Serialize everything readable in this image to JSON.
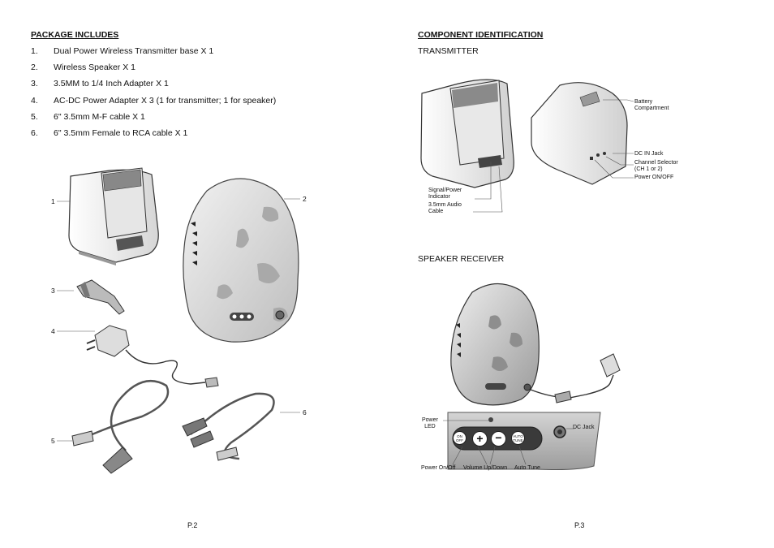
{
  "left_page": {
    "heading": "PACKAGE INCLUDES",
    "items": [
      {
        "num": "1.",
        "text": "Dual Power Wireless Transmitter base X 1"
      },
      {
        "num": "2.",
        "text": "Wireless Speaker X 1"
      },
      {
        "num": "3.",
        "text": "3.5MM to 1/4 Inch Adapter X 1"
      },
      {
        "num": "4.",
        "text": "AC-DC Power Adapter X 3 (1 for transmitter; 1 for speaker)"
      },
      {
        "num": "5.",
        "text": "6\" 3.5mm M-F cable X 1"
      },
      {
        "num": "6.",
        "text": "6\" 3.5mm Female to RCA cable X 1"
      }
    ],
    "figure_labels": {
      "n1": "1",
      "n2": "2",
      "n3": "3",
      "n4": "4",
      "n5": "5",
      "n6": "6"
    },
    "page_number": "P.2"
  },
  "right_page": {
    "heading": "COMPONENT IDENTIFICATION",
    "transmitter_title": "TRANSMITTER",
    "transmitter_callouts": {
      "battery": [
        "Battery",
        "Compartment"
      ],
      "dc_in": "DC IN Jack",
      "channel": [
        "Channel Selector",
        "(CH 1 or 2)"
      ],
      "power": "Power ON/OFF",
      "signal": [
        "Signal/Power",
        "Indicator"
      ],
      "audio": [
        "3.5mm Audio",
        "Cable"
      ]
    },
    "speaker_title": "SPEAKER RECEIVER",
    "speaker_callouts": {
      "power_led": [
        "Power",
        "LED"
      ],
      "dc_jack": "DC Jack",
      "power_onoff": "Power On/Off",
      "volume": "Volume Up/Down",
      "auto_tune": "Auto Tune"
    },
    "button_labels": {
      "onoff": [
        "ON",
        "OFF"
      ],
      "auto": [
        "AUTO",
        "TUNE"
      ]
    },
    "page_number": "P.3"
  }
}
